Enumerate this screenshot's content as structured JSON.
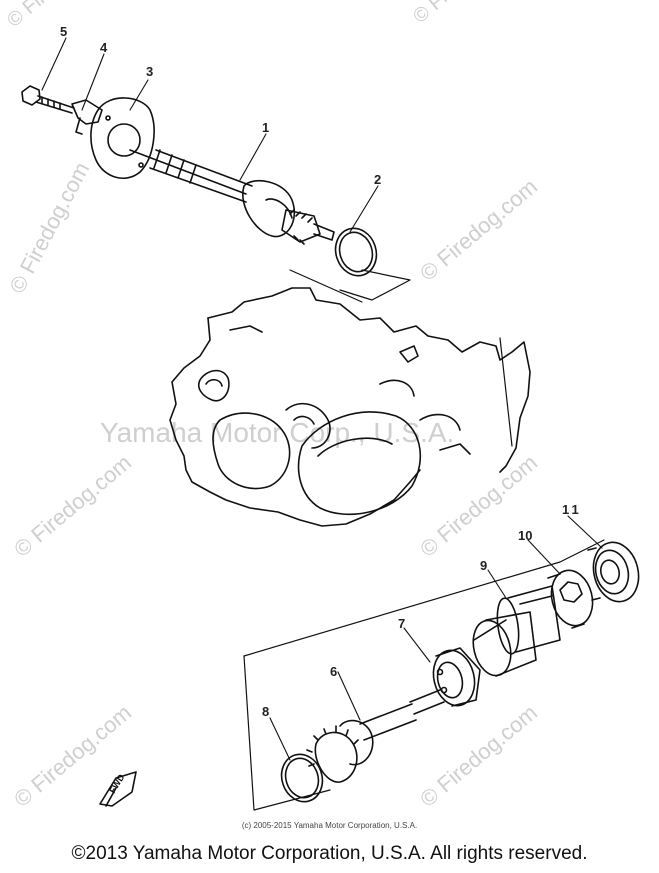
{
  "watermarks": {
    "center": "Yamaha Motor Corp., U.S.A.",
    "site": "© Firedog.com",
    "site_corner": "© Firedog"
  },
  "callouts": [
    "1",
    "2",
    "3",
    "4",
    "5",
    "6",
    "7",
    "8",
    "9",
    "10",
    "11"
  ],
  "fwd_label": "FWD",
  "footer": {
    "small": "(c) 2005-2015 Yamaha Motor Corporation, U.S.A.",
    "main": "©2013 Yamaha Motor Corporation, U.S.A. All rights reserved."
  }
}
